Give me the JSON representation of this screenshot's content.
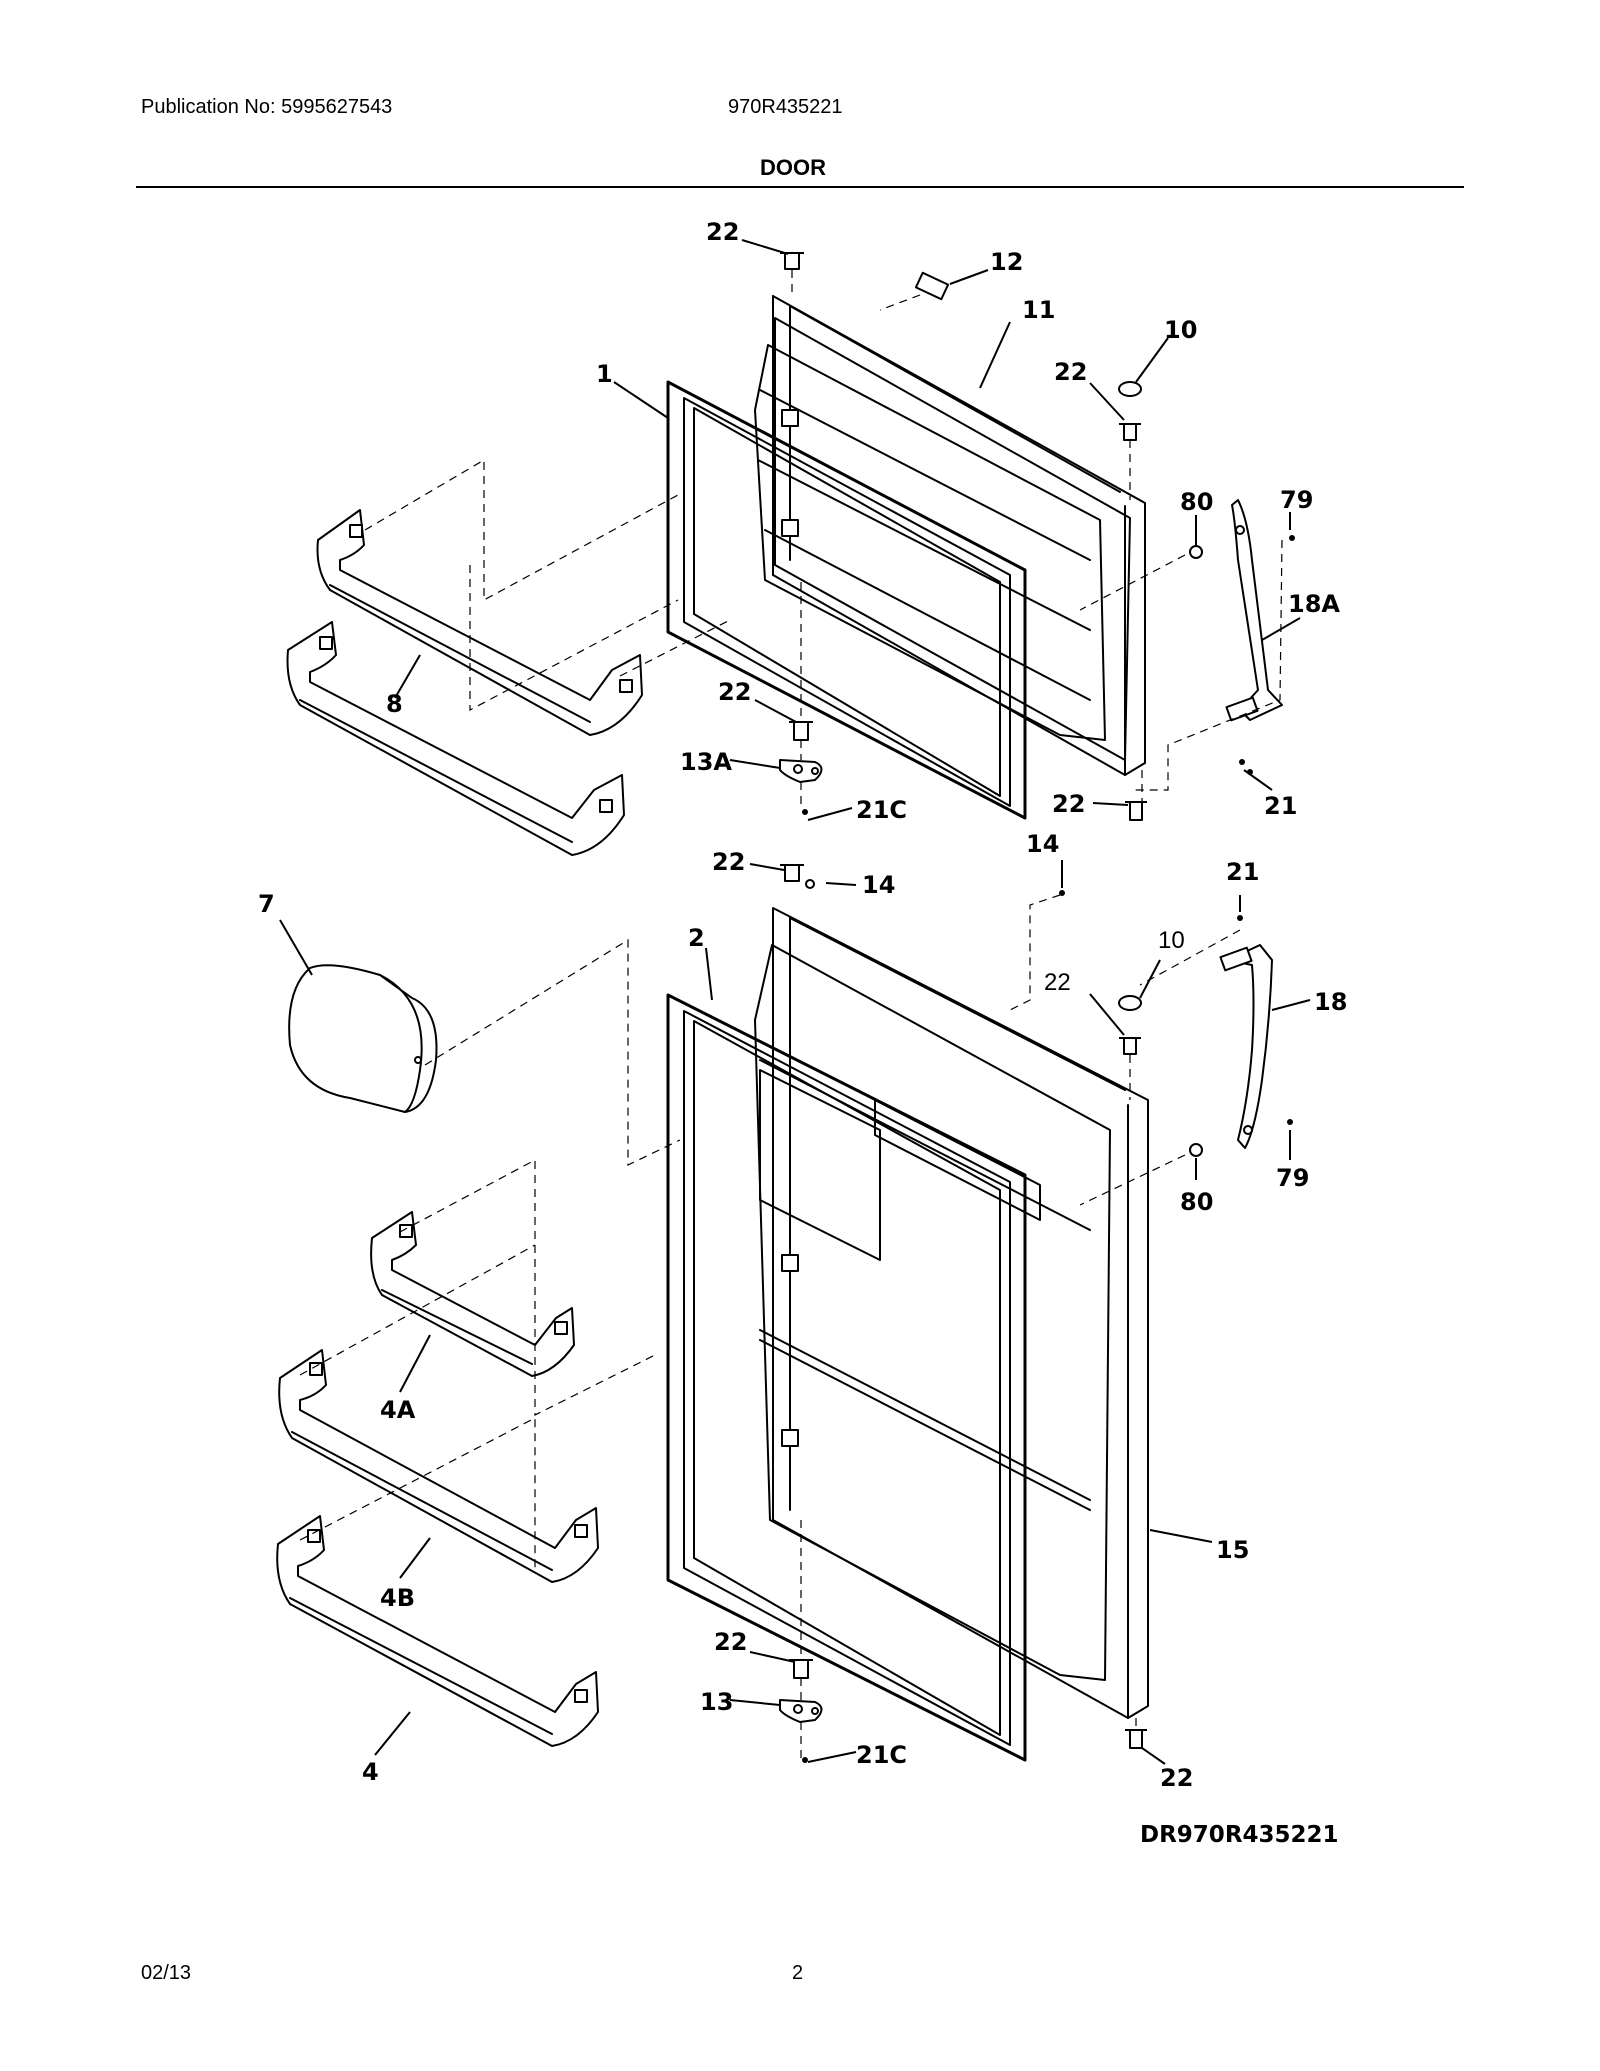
{
  "header": {
    "publication": "Publication No: 5995627543",
    "model": "970R435221",
    "section": "DOOR"
  },
  "footer": {
    "date": "02/13",
    "page": "2"
  },
  "diagram": {
    "code": "DR970R435221",
    "callouts": {
      "c22a": "22",
      "c12": "12",
      "c11": "11",
      "c10a": "10",
      "c22b": "22",
      "c1": "1",
      "c80a": "80",
      "c79a": "79",
      "c18a": "18A",
      "c8": "8",
      "c22c": "22",
      "c13a": "13A",
      "c21ca": "21C",
      "c22d": "22",
      "c21a": "21",
      "c14a": "14",
      "c22e": "22",
      "c14b": "14",
      "c21b": "21",
      "c7": "7",
      "c2": "2",
      "c10b": "10",
      "c22f": "22",
      "c18": "18",
      "c79b": "79",
      "c80b": "80",
      "c4a": "4A",
      "c4b": "4B",
      "c15": "15",
      "c22g": "22",
      "c13": "13",
      "c21cb": "21C",
      "c4": "4",
      "c22h": "22"
    }
  }
}
